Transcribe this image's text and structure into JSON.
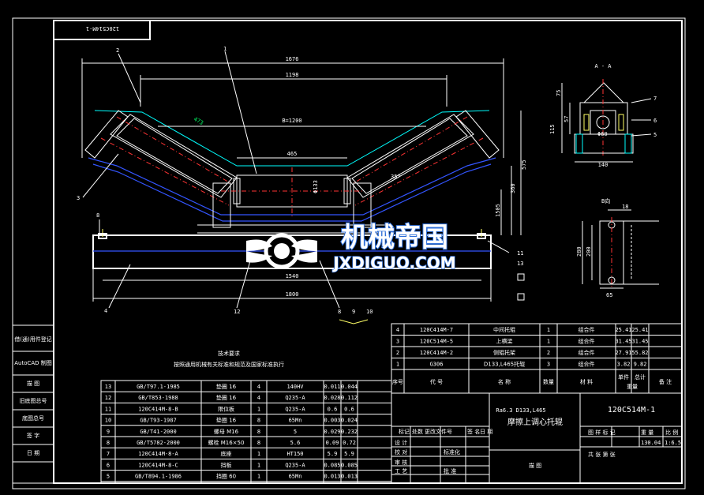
{
  "drawing_number_top": "120C514M-1",
  "main_view": {
    "dim_overall": "1676",
    "dim_outer": "1198",
    "dim_belt": "B=1200",
    "dim_center_roller": "465",
    "dim_side_roller": "473",
    "dim_roller_dia": "Φ133",
    "dim_angle": "35°",
    "dim_height_1": "575",
    "dim_height_2": "360",
    "dim_height_3": "1505",
    "dim_base_inner": "1540",
    "dim_base": "1800",
    "dim_h": "8",
    "callouts": [
      "1",
      "2",
      "3",
      "4",
      "8",
      "9",
      "10",
      "11",
      "12",
      "13"
    ]
  },
  "section_aa": {
    "title": "A - A",
    "dims": [
      "75",
      "57",
      "115",
      "140"
    ],
    "bore": "Φ60",
    "callouts": [
      "5",
      "6",
      "7"
    ]
  },
  "view_b": {
    "title": "B向",
    "dims": [
      "18",
      "200",
      "280",
      "65"
    ]
  },
  "tech_note": {
    "title": "技术要求",
    "text": "按照通用机械有关标准和规范及国家标准执行"
  },
  "left_sidebar": [
    "借(通)用件登记",
    "AutoCAD 制图",
    "描 图",
    "旧底图总号",
    "底图总号",
    "签 字",
    "日 期"
  ],
  "bom_upper": [
    {
      "no": "4",
      "code": "120C414M-7",
      "name": "中间托辊",
      "qty": "1",
      "mat": "组合件",
      "w1": "25.41",
      "w2": "25.41"
    },
    {
      "no": "3",
      "code": "120C514M-5",
      "name": "上横梁",
      "qty": "1",
      "mat": "组合件",
      "w1": "31.45",
      "w2": "31.45"
    },
    {
      "no": "2",
      "code": "120C414M-2",
      "name": "侧辊托架",
      "qty": "2",
      "mat": "组合件",
      "w1": "27.91",
      "w2": "55.82"
    },
    {
      "no": "1",
      "code": "G306",
      "name": "D133,L465托辊",
      "qty": "3",
      "mat": "组合件",
      "w1": "3.82",
      "w2": "9.82"
    }
  ],
  "bom_header": {
    "no": "序号",
    "code": "代 号",
    "name": "名 称",
    "qty": "数量",
    "mat": "材 料",
    "w1": "单件",
    "w2": "总计",
    "weight": "重量",
    "note": "备 注"
  },
  "bom_lower": [
    {
      "no": "13",
      "code": "GB/T97.1-1985",
      "name": "垫圈 16",
      "qty": "4",
      "mat": "140HV",
      "w1": "0.011",
      "w2": "0.044"
    },
    {
      "no": "12",
      "code": "GB/T853-1988",
      "name": "垫圈 16",
      "qty": "4",
      "mat": "Q235-A",
      "w1": "0.028",
      "w2": "0.112"
    },
    {
      "no": "11",
      "code": "120C414M-8-B",
      "name": "限位板",
      "qty": "1",
      "mat": "Q235-A",
      "w1": "0.6",
      "w2": "0.6"
    },
    {
      "no": "10",
      "code": "GB/T93-1987",
      "name": "垫圈 16",
      "qty": "8",
      "mat": "65Mn",
      "w1": "0.003",
      "w2": "0.024"
    },
    {
      "no": "9",
      "code": "GB/T41-2000",
      "name": "螺母 M16",
      "qty": "8",
      "mat": "5",
      "w1": "0.029",
      "w2": "0.232"
    },
    {
      "no": "8",
      "code": "GB/T5782-2000",
      "name": "螺栓 M16×50",
      "qty": "8",
      "mat": "5.6",
      "w1": "0.09",
      "w2": "0.72"
    },
    {
      "no": "7",
      "code": "120C414M-8-A",
      "name": "底座",
      "qty": "1",
      "mat": "HT150",
      "w1": "5.9",
      "w2": "5.9"
    },
    {
      "no": "6",
      "code": "120C414M-8-C",
      "name": "挡板",
      "qty": "1",
      "mat": "Q235-A",
      "w1": "0.085",
      "w2": "0.085"
    },
    {
      "no": "5",
      "code": "GB/T894.1-1986",
      "name": "挡圈 60",
      "qty": "1",
      "mat": "65Mn",
      "w1": "0.013",
      "w2": "0.013"
    }
  ],
  "title_block": {
    "stamp": "Ra6.3 D133,L465",
    "product_name": "摩擦上调心托辊",
    "drawing_number": "120C514M-1",
    "rows_left": [
      "标记",
      "处数",
      "更改文件号",
      "签 名",
      "日 期"
    ],
    "rows_people": [
      "设 计",
      "校 对",
      "审 核",
      "工 艺"
    ],
    "rows_std": [
      "标准化",
      "批 准"
    ],
    "stage_header": [
      "图 样 标 记",
      "重 量",
      "比 例"
    ],
    "weight": "130.04",
    "scale": "1:6.5",
    "sheet": "共 张 第 张",
    "subtitle": "张 数",
    "copy_label": "描 图"
  },
  "watermark": {
    "cn": "机械帝国",
    "en": "JXDIGUO.COM"
  }
}
